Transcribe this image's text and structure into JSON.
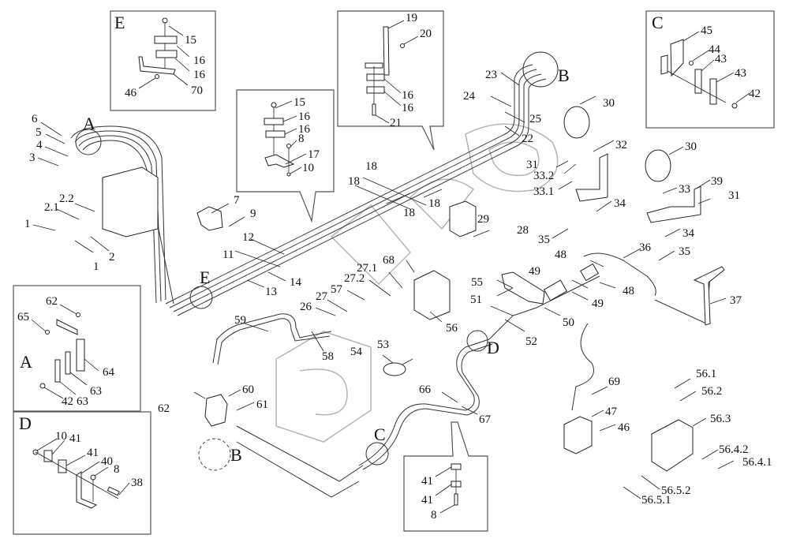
{
  "title": "Hydraulic system exploded parts diagram",
  "colors": {
    "line": "#222222",
    "background": "#ffffff",
    "frame": "#555555",
    "watermark": "#b5b5b5"
  },
  "detail_views": [
    {
      "id": "E",
      "title": "E",
      "labels": [
        "15",
        "16",
        "16",
        "70",
        "46"
      ]
    },
    {
      "id": "A",
      "title": "A",
      "labels": [
        "62",
        "65",
        "64",
        "63",
        "63",
        "42"
      ]
    },
    {
      "id": "D",
      "title": "D",
      "labels": [
        "10",
        "41",
        "41",
        "40",
        "8",
        "38"
      ]
    },
    {
      "id": "C",
      "title": "C",
      "labels": [
        "45",
        "44",
        "43",
        "43",
        "42"
      ]
    },
    {
      "id": "clamp-mid",
      "title": "",
      "labels": [
        "15",
        "16",
        "16",
        "8",
        "17",
        "10"
      ]
    },
    {
      "id": "clamp-top",
      "title": "",
      "labels": [
        "19",
        "20",
        "16",
        "16",
        "21"
      ]
    },
    {
      "id": "clamp-bottom",
      "title": "",
      "labels": [
        "41",
        "41",
        "8"
      ]
    }
  ],
  "callout_letters": {
    "A": "A",
    "B": "B",
    "C": "C",
    "D": "D",
    "E": "E"
  },
  "labels": {
    "p1a": "1",
    "p1b": "1",
    "p2": "2",
    "p2_1": "2.1",
    "p2_2": "2.2",
    "p3": "3",
    "p4": "4",
    "p5": "5",
    "p6": "6",
    "p7": "7",
    "p9": "9",
    "p11": "11",
    "p12": "12",
    "p13": "13",
    "p14": "14",
    "p18a": "18",
    "p18b": "18",
    "p18c": "18",
    "p18d": "18",
    "p22": "22",
    "p23": "23",
    "p24": "24",
    "p25": "25",
    "p26": "26",
    "p27": "27",
    "p27_1": "27.1",
    "p27_2": "27.2",
    "p28": "28",
    "p29": "29",
    "p30a": "30",
    "p30b": "30",
    "p31a": "31",
    "p31b": "31",
    "p32": "32",
    "p33": "33",
    "p33_1": "33.1",
    "p33_2": "33.2",
    "p34a": "34",
    "p34b": "34",
    "p35a": "35",
    "p35b": "35",
    "p36": "36",
    "p37": "37",
    "p39": "39",
    "p46": "46",
    "p47": "47",
    "p48a": "48",
    "p48b": "48",
    "p49a": "49",
    "p49b": "49",
    "p50": "50",
    "p51": "51",
    "p52": "52",
    "p53": "53",
    "p54": "54",
    "p55": "55",
    "p56": "56",
    "p57": "57",
    "p58": "58",
    "p59": "59",
    "p60": "60",
    "p61": "61",
    "p62": "62",
    "p66": "66",
    "p67": "67",
    "p68": "68",
    "p69": "69",
    "p56_1": "56.1",
    "p56_2": "56.2",
    "p56_3": "56.3",
    "p56_4_1": "56.4.1",
    "p56_4_2": "56.4.2",
    "p56_5_1": "56.5.1",
    "p56_5_2": "56.5.2"
  }
}
